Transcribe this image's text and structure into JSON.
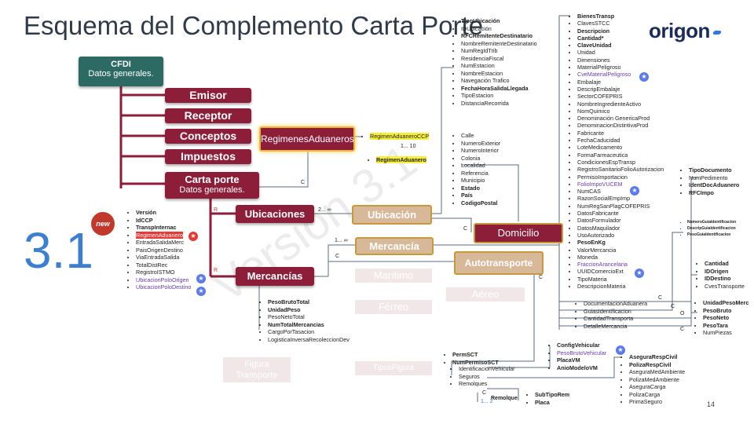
{
  "title": "Esquema del Complemento Carta Porte",
  "logo": "origon",
  "version": "3.1",
  "new_badge": "new",
  "watermark": "Version 3.1",
  "page_number": "14",
  "cfdi": {
    "line1": "CFDI",
    "line2": "Datos generales."
  },
  "main_nodes": [
    "Emisor",
    "Receptor",
    "Conceptos",
    "Impuestos"
  ],
  "carta_porte": {
    "line1": "Carta porte",
    "line2": "Datos generales."
  },
  "regimenes_box": "RegimenesAduaneros",
  "regimenes_list": [
    "RegimenAduaneroCCP",
    "RegimenAduanero"
  ],
  "regimenes_card": "1... 10",
  "ubicaciones": "Ubicaciones",
  "ubicacion": "Ubicación",
  "ubic_card": "2... ∞",
  "mercancias": "Mercancías",
  "mercancia": "Mercancía",
  "merc_card": "1... ∞",
  "autotransporte": "Autotransporte",
  "domicilio": "Domicilio",
  "ghost_nodes": [
    "Marítimo",
    "Aéreo",
    "Férreo",
    "Figura Transporte",
    "TiposFigura"
  ],
  "labels": {
    "c": "C",
    "r": "R",
    "o": "O",
    "card_1_2": "1... 2"
  },
  "cp_attrs": [
    {
      "text": "Versión",
      "bold": true
    },
    {
      "text": "IdCCP",
      "bold": true
    },
    {
      "text": "TranspInternac",
      "bold": true
    },
    {
      "text": "RegimenAduanero",
      "hl": "red"
    },
    {
      "text": "EntradaSalidaMerc"
    },
    {
      "text": "PaisOrigenDestino"
    },
    {
      "text": "ViaEntradaSalida"
    },
    {
      "text": "TotalDistRec"
    },
    {
      "text": "RegistroISTMO"
    },
    {
      "text": "UbicacionPoloOrigen",
      "purple": true
    },
    {
      "text": "UbicacionPoloDestino",
      "purple": true
    }
  ],
  "ubicacion_attrs": [
    {
      "text": "TipoUbicación",
      "bold": true
    },
    {
      "text": "IDUbicación"
    },
    {
      "text": "RFCRemitenteDestinatario",
      "bold": true
    },
    {
      "text": "NombreRemitenteDestinatario"
    },
    {
      "text": "NumRegIdTrib"
    },
    {
      "text": "ResidenciaFiscal"
    },
    {
      "text": "NumEstacion"
    },
    {
      "text": "NombreEstacion"
    },
    {
      "text": "Navegación Trafico"
    },
    {
      "text": "FechaHoraSalidaLlegada",
      "bold": true
    },
    {
      "text": "TipoEstacion"
    },
    {
      "text": "DistanciaRecorrida"
    }
  ],
  "domicilio_attrs": [
    {
      "text": "Calle"
    },
    {
      "text": "NumeroExterior"
    },
    {
      "text": "NumeroInterior"
    },
    {
      "text": "Colonia"
    },
    {
      "text": "Localidad"
    },
    {
      "text": "Referencia"
    },
    {
      "text": "Municipio"
    },
    {
      "text": "Estado",
      "bold": true
    },
    {
      "text": "País",
      "bold": true
    },
    {
      "text": "CodigoPostal",
      "bold": true
    }
  ],
  "mercancia_attrs": [
    {
      "text": "BienesTransp",
      "bold": true
    },
    {
      "text": "ClavesSTCC"
    },
    {
      "text": "Descripcion",
      "bold": true
    },
    {
      "text": "Cantidad*",
      "bold": true
    },
    {
      "text": "ClaveUnidad",
      "bold": true
    },
    {
      "text": "Unidad"
    },
    {
      "text": "Dimensiones"
    },
    {
      "text": "MaterialPeligroso"
    },
    {
      "text": "CveMaterialPeligroso",
      "purple": true
    },
    {
      "text": "Embalaje"
    },
    {
      "text": "DescripEmbalaje"
    },
    {
      "text": "SectorCOFEPRIS"
    },
    {
      "text": "NombreIngredienteActivo"
    },
    {
      "text": "NomQuimico"
    },
    {
      "text": "Denominación GenericaProd"
    },
    {
      "text": "DenominacionDistintivaProd"
    },
    {
      "text": "Fabricante"
    },
    {
      "text": "FechaCaducidad"
    },
    {
      "text": "LoteMedicamento"
    },
    {
      "text": "FormaFarmaceutica"
    },
    {
      "text": "CondicionesEspTransp"
    },
    {
      "text": "RegistroSanitarioFolioAutorizacion"
    },
    {
      "text": "PermisoImportacion"
    },
    {
      "text": "FolioImpoVUCEM",
      "purple": true
    },
    {
      "text": "NumCAS"
    },
    {
      "text": "RazonSocialEmpImp"
    },
    {
      "text": "NumRegSanPlagCOFEPRIS"
    },
    {
      "text": "DatosFabricante"
    },
    {
      "text": "DatosFormulador"
    },
    {
      "text": "DatosMaquilador"
    },
    {
      "text": "UsoAutorizado"
    },
    {
      "text": "PesoEnKg",
      "bold": true
    },
    {
      "text": "ValorMercancia"
    },
    {
      "text": "Moneda"
    },
    {
      "text": "FraccionArancelaria",
      "purple": true
    },
    {
      "text": "UUIDComercioExt"
    },
    {
      "text": "TipoMateria"
    },
    {
      "text": "DescripcionMateria"
    }
  ],
  "mercancia_children": [
    "DocumentacionAduanera",
    "GuiasIdentificacion",
    "CantidadTransporta",
    "DetalleMercancia"
  ],
  "doc_aduanera_attrs": [
    {
      "text": "TipoDocumento",
      "bold": true
    },
    {
      "text": "NumPedimento"
    },
    {
      "text": "IdentDocAduanero",
      "bold": true
    },
    {
      "text": "RFCImpo",
      "bold": true
    }
  ],
  "guias_attrs": [
    {
      "text": "NumeroGuiaIdentificacion",
      "bold": true
    },
    {
      "text": "DescripGuiaIdentificacion",
      "bold": true
    },
    {
      "text": "PesoGuiaIdentificacion",
      "bold": true
    }
  ],
  "cantidad_attrs": [
    {
      "text": "Cantidad",
      "bold": true
    },
    {
      "text": "IDOrigen",
      "bold": true
    },
    {
      "text": "IDDestino",
      "bold": true
    },
    {
      "text": "CvesTransporte"
    }
  ],
  "detalle_attrs": [
    {
      "text": "UnidadPesoMerc",
      "bold": true
    },
    {
      "text": "PesoBruto",
      "bold": true
    },
    {
      "text": "PesoNeto",
      "bold": true
    },
    {
      "text": "PesoTara",
      "bold": true
    },
    {
      "text": "NumPiezas"
    }
  ],
  "mercancias_attrs": [
    {
      "text": "PesoBrutoTotal",
      "bold": true
    },
    {
      "text": "UnidadPeso",
      "bold": true
    },
    {
      "text": "PesoNetoTotal"
    },
    {
      "text": "NumTotalMercancias",
      "bold": true
    },
    {
      "text": "CargoPorTasacion"
    },
    {
      "text": "LogisticaInversaRecoleccionDev"
    }
  ],
  "auto_attrs": [
    {
      "text": "PermSCT",
      "bold": true
    },
    {
      "text": "NumPermisoSCT",
      "bold": true
    }
  ],
  "auto_children": [
    "IdentificacionVehicular",
    "Seguros",
    "Remolques"
  ],
  "vehicular_attrs": [
    {
      "text": "ConfigVehicular",
      "bold": true
    },
    {
      "text": "PesoBrutoVehicular",
      "purple": true
    },
    {
      "text": "PlacaVM",
      "bold": true
    },
    {
      "text": "AnioModeloVM",
      "bold": true
    }
  ],
  "seguros_attrs": [
    {
      "text": "AseguraRespCivil",
      "bold": true
    },
    {
      "text": "PolizaRespCivil",
      "bold": true
    },
    {
      "text": "AseguraMedAmbiente"
    },
    {
      "text": "PolizaMedAmbiente"
    },
    {
      "text": "AseguraCarga"
    },
    {
      "text": "PolizaCarga"
    },
    {
      "text": "PrimaSeguro"
    }
  ],
  "remolque": "Remolque",
  "remolque_attrs": [
    {
      "text": "SubTipoRem",
      "bold": true
    },
    {
      "text": "Placa",
      "bold": true
    }
  ]
}
